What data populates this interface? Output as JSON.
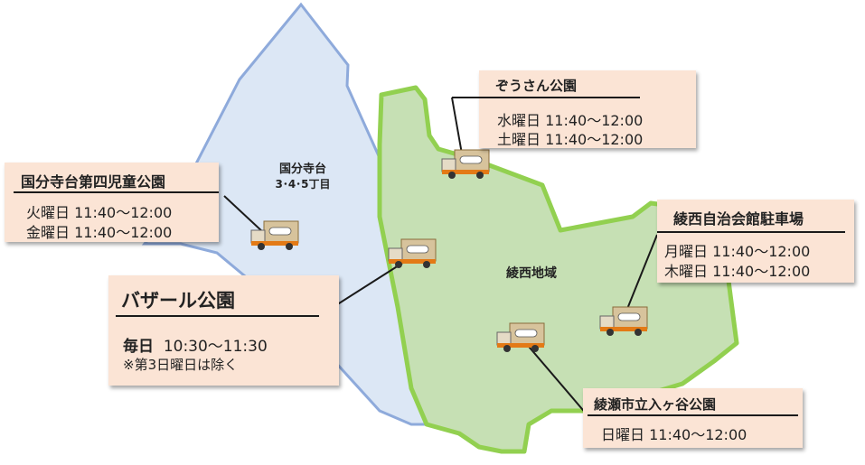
{
  "regions": {
    "kokubunjidai": {
      "name": "国分寺台",
      "sub": "3･4･5丁目"
    },
    "ryosai": {
      "name": "綾西地域"
    }
  },
  "stops": {
    "kokubunjidai_park": {
      "title": "国分寺台第四児童公園",
      "lines": [
        "火曜日  11:40～12:00",
        "金曜日  11:40～12:00"
      ]
    },
    "zousan_park": {
      "title": "ぞうさん公園",
      "lines": [
        "水曜日  11:40～12:00",
        "土曜日  11:40～12:00"
      ]
    },
    "bazaar_park": {
      "title": "バザール公園",
      "day": "毎日",
      "time": "10:30～11:30",
      "note": "※第3日曜日は除く"
    },
    "ryosai_parking": {
      "title": "綾西自治会館駐車場",
      "lines": [
        "月曜日  11:40～12:00",
        "木曜日  11:40～12:00"
      ]
    },
    "ayase_park": {
      "title": "綾瀬市立入ヶ谷公園",
      "lines": [
        "日曜日  11:40～12:00"
      ]
    }
  },
  "colors": {
    "blue_fill": "#dce7f5",
    "blue_stroke": "#8eaadb",
    "green_fill": "#c6e0b4",
    "green_stroke": "#92d050",
    "box_fill": "#fbe4d5"
  }
}
